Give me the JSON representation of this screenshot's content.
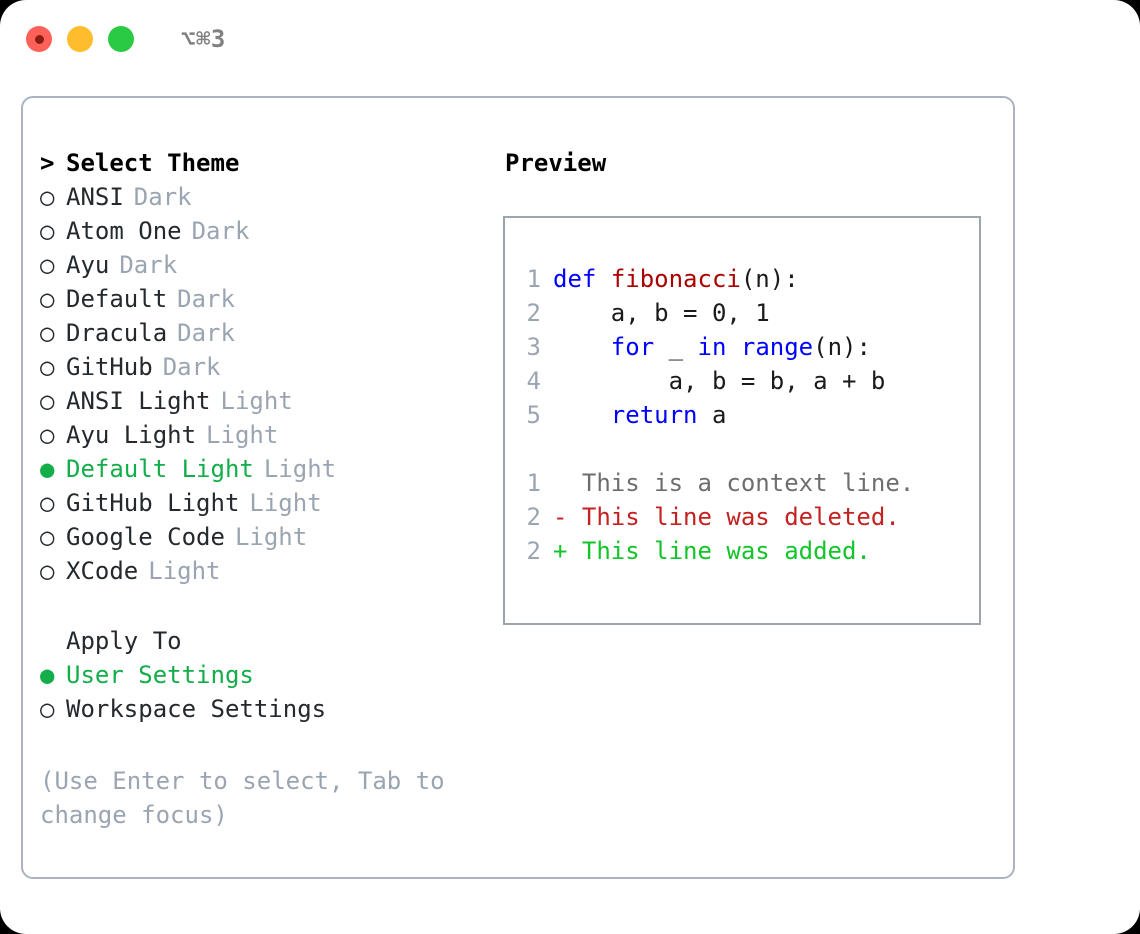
{
  "titlebar": {
    "traffic_lights": [
      "close-red",
      "minimize-yellow",
      "maximize-green"
    ],
    "shortcut": "⌥⌘3"
  },
  "theme_list": {
    "header_marker": ">",
    "header_label": "Select Theme",
    "items": [
      {
        "marker": "○",
        "label": "ANSI",
        "badge": "Dark",
        "selected": false
      },
      {
        "marker": "○",
        "label": "Atom One",
        "badge": "Dark",
        "selected": false
      },
      {
        "marker": "○",
        "label": "Ayu",
        "badge": "Dark",
        "selected": false
      },
      {
        "marker": "○",
        "label": "Default",
        "badge": "Dark",
        "selected": false
      },
      {
        "marker": "○",
        "label": "Dracula",
        "badge": "Dark",
        "selected": false
      },
      {
        "marker": "○",
        "label": "GitHub",
        "badge": "Dark",
        "selected": false
      },
      {
        "marker": "○",
        "label": "ANSI Light",
        "badge": "Light",
        "selected": false
      },
      {
        "marker": "○",
        "label": "Ayu Light",
        "badge": "Light",
        "selected": false
      },
      {
        "marker": "●",
        "label": "Default Light",
        "badge": "Light",
        "selected": true
      },
      {
        "marker": "○",
        "label": "GitHub Light",
        "badge": "Light",
        "selected": false
      },
      {
        "marker": "○",
        "label": "Google Code",
        "badge": "Light",
        "selected": false
      },
      {
        "marker": "○",
        "label": "XCode",
        "badge": "Light",
        "selected": false
      }
    ]
  },
  "apply_to": {
    "header_label": "Apply To",
    "items": [
      {
        "marker": "●",
        "label": "User Settings",
        "selected": true
      },
      {
        "marker": "○",
        "label": "Workspace Settings",
        "selected": false
      }
    ]
  },
  "hint": "(Use Enter to select, Tab to change focus)",
  "preview": {
    "title": "Preview",
    "code_lines": [
      {
        "no": "1",
        "tokens": [
          {
            "t": "def",
            "c": "kw"
          },
          {
            "t": " ",
            "c": "plain"
          },
          {
            "t": "fibonacci",
            "c": "fn"
          },
          {
            "t": "(n):",
            "c": "plain"
          }
        ]
      },
      {
        "no": "2",
        "tokens": [
          {
            "t": "    a, b = 0, 1",
            "c": "plain"
          }
        ]
      },
      {
        "no": "3",
        "tokens": [
          {
            "t": "    ",
            "c": "plain"
          },
          {
            "t": "for",
            "c": "kw"
          },
          {
            "t": " _ ",
            "c": "plain"
          },
          {
            "t": "in",
            "c": "kw"
          },
          {
            "t": " ",
            "c": "plain"
          },
          {
            "t": "range",
            "c": "builtin"
          },
          {
            "t": "(n):",
            "c": "plain"
          }
        ]
      },
      {
        "no": "4",
        "tokens": [
          {
            "t": "        a, b = b, a + b",
            "c": "plain"
          }
        ]
      },
      {
        "no": "5",
        "tokens": [
          {
            "t": "    ",
            "c": "plain"
          },
          {
            "t": "return",
            "c": "kw"
          },
          {
            "t": " a",
            "c": "plain"
          }
        ]
      }
    ],
    "diff_lines": [
      {
        "no": "1",
        "text": "  This is a context line.",
        "kind": "context"
      },
      {
        "no": "2",
        "text": "- This line was deleted.",
        "kind": "del"
      },
      {
        "no": "2",
        "text": "+ This line was added.",
        "kind": "add"
      }
    ]
  },
  "colors": {
    "accent_green": "#13ad4a",
    "badge_gray": "#9aa5b1",
    "border": "#a9b4c0",
    "keyword_blue": "#0000ff",
    "function_red": "#aa0000",
    "diff_del_red": "#c42121",
    "diff_add_green": "#14c42b",
    "traffic_red": "#ff6159",
    "traffic_yellow": "#ffbd2e",
    "traffic_green": "#2aca44"
  }
}
